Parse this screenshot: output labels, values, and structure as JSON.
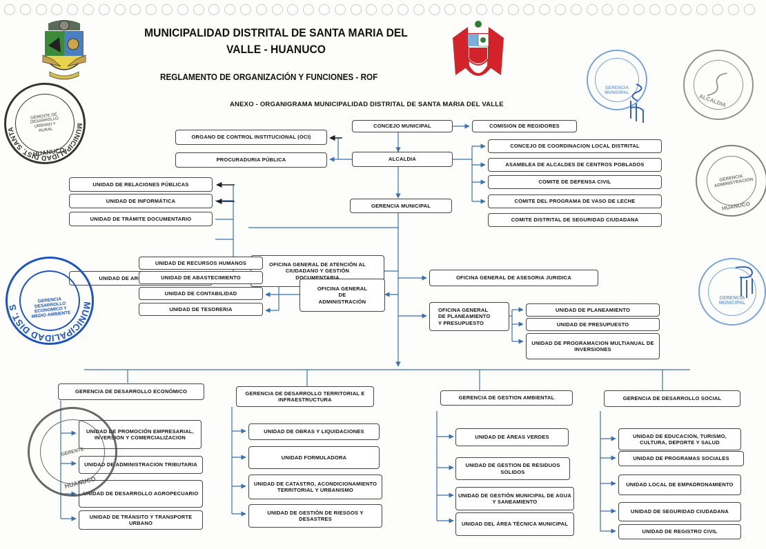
{
  "header": {
    "title_line1": "MUNICIPALIDAD DISTRITAL DE SANTA MARIA DEL",
    "title_line2": "VALLE - HUANUCO",
    "subtitle": "REGLAMENTO DE ORGANIZACIÓN Y FUNCIONES - ROF",
    "annex": "ANEXO - ORGANIGRAMA MUNICIPALIDAD DISTRITAL DE SANTA MARIA DEL VALLE"
  },
  "top": {
    "concejo": "CONCEJO MUNICIPAL",
    "comision": "COMISION DE REGIDORES",
    "oci": "ORGANO DE CONTROL INSTITUCIONAL (OCI)",
    "alcaldia": "ALCALDIA",
    "procuraduria": "PROCURADURIA PÚBLICA",
    "gerencia_municipal": "GERENCIA MUNICIPAL"
  },
  "councils": [
    "CONCEJO DE COORDINACION LOCAL DISTRITAL",
    "ASAMBLEA DE ALCALDES DE CENTROS POBLADOS",
    "COMITE DE DEFENSA CIVIL",
    "COMITE DEL PROGRAMA DE VASO DE LECHE",
    "COMITE DISTRITAL DE SEGURIDAD CIUDADANA"
  ],
  "left_units": [
    "UNIDAD DE RELACIONES PÚBLICAS",
    "UNIDAD DE INFORMÁTICA",
    "UNIDAD DE TRÁMITE DOCUMENTARIO",
    "UNIDAD DE ARCHIVO CENTRAL"
  ],
  "oficina_atencion": [
    "OFICINA GENERAL DE ATENCIÓN AL",
    "CIUDADANO Y GESTIÓN",
    "DOCUMENTARIA"
  ],
  "admin_units": [
    "UNIDAD DE RECURSOS HUMANOS",
    "UNIDAD DE ABASTECIMIENTO",
    "UNIDAD DE CONTABILIDAD",
    "UNIDAD DE TESORERIA"
  ],
  "oficina_admin": [
    "OFICINA GENERAL",
    "DE",
    "ADMINISTRACIÓN"
  ],
  "asesoria": "OFICINA GENERAL DE ASESORIA JURIDICA",
  "oficina_planeamiento": [
    "OFICINA GENERAL",
    "DE PLANEAMIENTO",
    "Y PRESUPUESTO"
  ],
  "planeamiento_units": [
    "UNIDAD DE PLANEAMIENTO",
    "UNIDAD DE PRESUPUESTO",
    "UNIDAD DE PROGRAMACION MULTIANUAL DE INVERSIONES"
  ],
  "gerencias": [
    {
      "title": "GERENCIA DE DESARROLLO ECONÓMICO",
      "units": [
        "UNIDAD DE PROMOCIÓN EMPRESARIAL, INVERSION Y COMERCIALIZACION",
        "UNIDAD DE ADMINISTRACION TRIBUTARIA",
        "UNIDAD DE DESARROLLO AGROPECUARIO",
        "UNIDAD DE TRÁNSITO Y TRANSPORTE URBANO"
      ]
    },
    {
      "title": "GERENCIA DE DESARROLLO TERRITORIAL E INFRAESTRUCTURA",
      "units": [
        "UNIDAD DE OBRAS Y LIQUIDACIONES",
        "UNIDAD FORMULADORA",
        "UNIDAD DE CATASTRO, ACONDICIONAMIENTO TERRITORIAL Y URBANISMO",
        "UNIDAD DE GESTIÓN DE RIESGOS Y DESASTRES"
      ]
    },
    {
      "title": "GERENCIA DE GESTION AMBIENTAL",
      "units": [
        "UNIDAD DE ÁREAS VERDES",
        "UNIDAD DE GESTION DE RESIDUOS SOLIDOS",
        "UNIDAD DE GESTIÓN MUNICIPAL DE AGUA Y SANEAMIENTO",
        "UNIDAD DEL ÁREA TÉCNICA MUNICIPAL"
      ]
    },
    {
      "title": "GERENCIA DE DESARROLLO SOCIAL",
      "units": [
        "UNIDAD DE EDUCACION, TURISMO, CULTURA, DEPORTE Y SALUD",
        "UNIDAD DE PROGRAMAS SOCIALES",
        "UNIDAD LOCAL DE EMPADRONAMIENTO",
        "UNIDAD DE SEGURIDAD CIUDADANA",
        "UNIDAD DE REGISTRO CIVIL"
      ]
    }
  ],
  "stamps": {
    "stamp1": "MUNICIPALIDAD DIST. SANTA MARIA DEL VALLE",
    "stamp1_inner": "GERENTE DE DESARROLLO URBANO Y RURAL",
    "stamp1_bottom": "HUANUCO",
    "stamp2": "MUNICIPALIDAD DIST. SANTA MARIA DEL VALLE",
    "stamp2_inner": "GERENCIA DESARROLLO ECONOMICO Y MEDIO AMBIENTE",
    "stamp3_inner": "GERENCIA MUNICIPAL",
    "stamp4_inner": "ALCALDIA",
    "stamp5_inner": "GERENCIA ADMINISTRACION",
    "stamp5_bottom": "HUANUCO",
    "stamp6_inner": "GERENCIA MUNICIPAL",
    "stamp7_inner": "GERENTE",
    "stamp7_bottom": "HUANUCO"
  },
  "colors": {
    "box_border": "#3a5c97",
    "line": "#3a6fb0",
    "stamp_blue": "#1c54c4",
    "stamp_dark": "#333333",
    "flag_red": "#d2232a"
  }
}
